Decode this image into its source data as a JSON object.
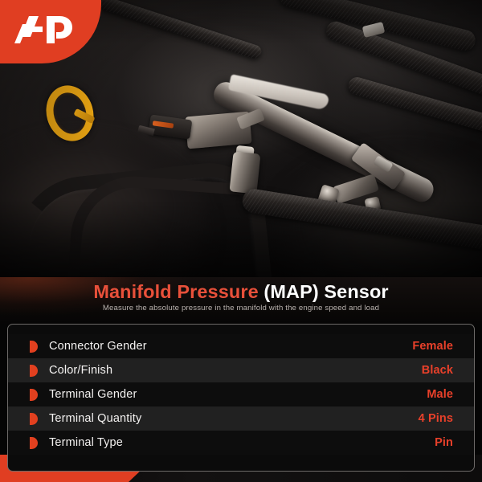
{
  "brand": {
    "logo_icon": "a-premium-logo-icon",
    "accent_color": "#e03e22"
  },
  "hero": {
    "image_alt": "engine-bay-photo",
    "parts_visible": [
      "fuel-rail",
      "braided-hoses",
      "map-sensor",
      "electrical-connector",
      "oil-dipstick-handle",
      "mounting-bracket-bolts"
    ]
  },
  "title": {
    "highlight": "Manifold Pressure",
    "rest": "(MAP) Sensor",
    "subtitle": "Measure the absolute pressure in the manifold with the engine speed and load",
    "highlight_color": "#e8503a",
    "rest_color": "#ffffff"
  },
  "specs": {
    "value_color": "#e8402a",
    "rows": [
      {
        "label": "Connector Gender",
        "value": "Female"
      },
      {
        "label": "Color/Finish",
        "value": "Black"
      },
      {
        "label": "Terminal Gender",
        "value": "Male"
      },
      {
        "label": "Terminal Quantity",
        "value": "4 Pins"
      },
      {
        "label": "Terminal Type",
        "value": "Pin"
      }
    ]
  }
}
